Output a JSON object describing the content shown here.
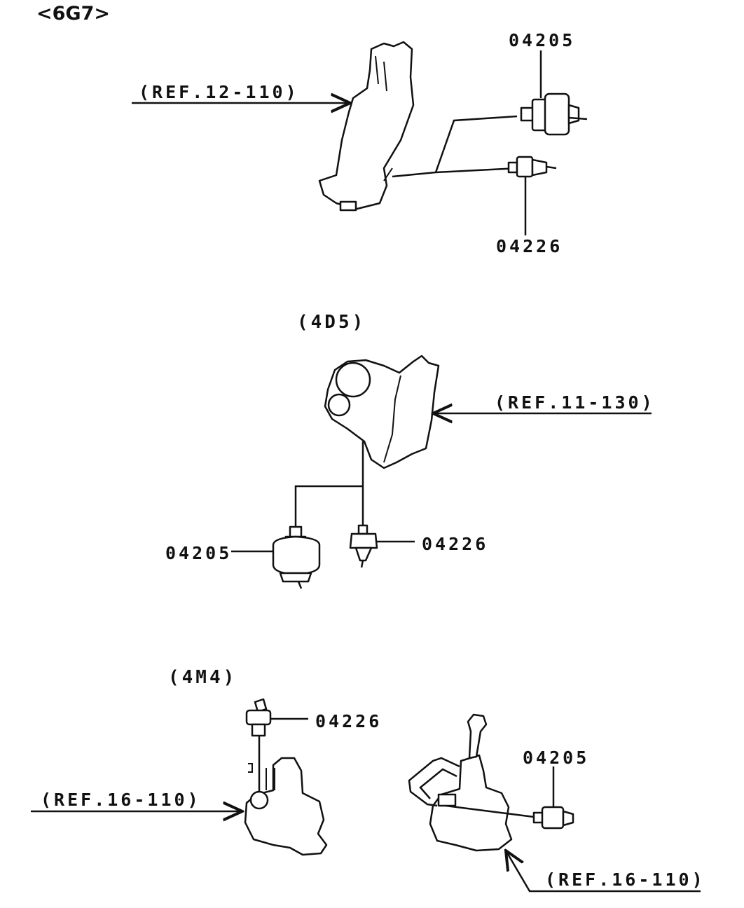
{
  "header": {
    "engine_code": "<6G7>"
  },
  "sections": [
    {
      "name": "6G7",
      "labels": {
        "ref": "(REF.12-110)",
        "part_top": "04205",
        "part_bottom": "04226"
      }
    },
    {
      "title": "(4D5)",
      "labels": {
        "ref": "(REF.11-130)",
        "part_left": "04205",
        "part_right": "04226"
      }
    },
    {
      "title": "(4M4)",
      "labels": {
        "ref_left": "(REF.16-110)",
        "part_left": "04226",
        "part_right": "04205",
        "ref_right": "(REF.16-110)"
      }
    }
  ]
}
